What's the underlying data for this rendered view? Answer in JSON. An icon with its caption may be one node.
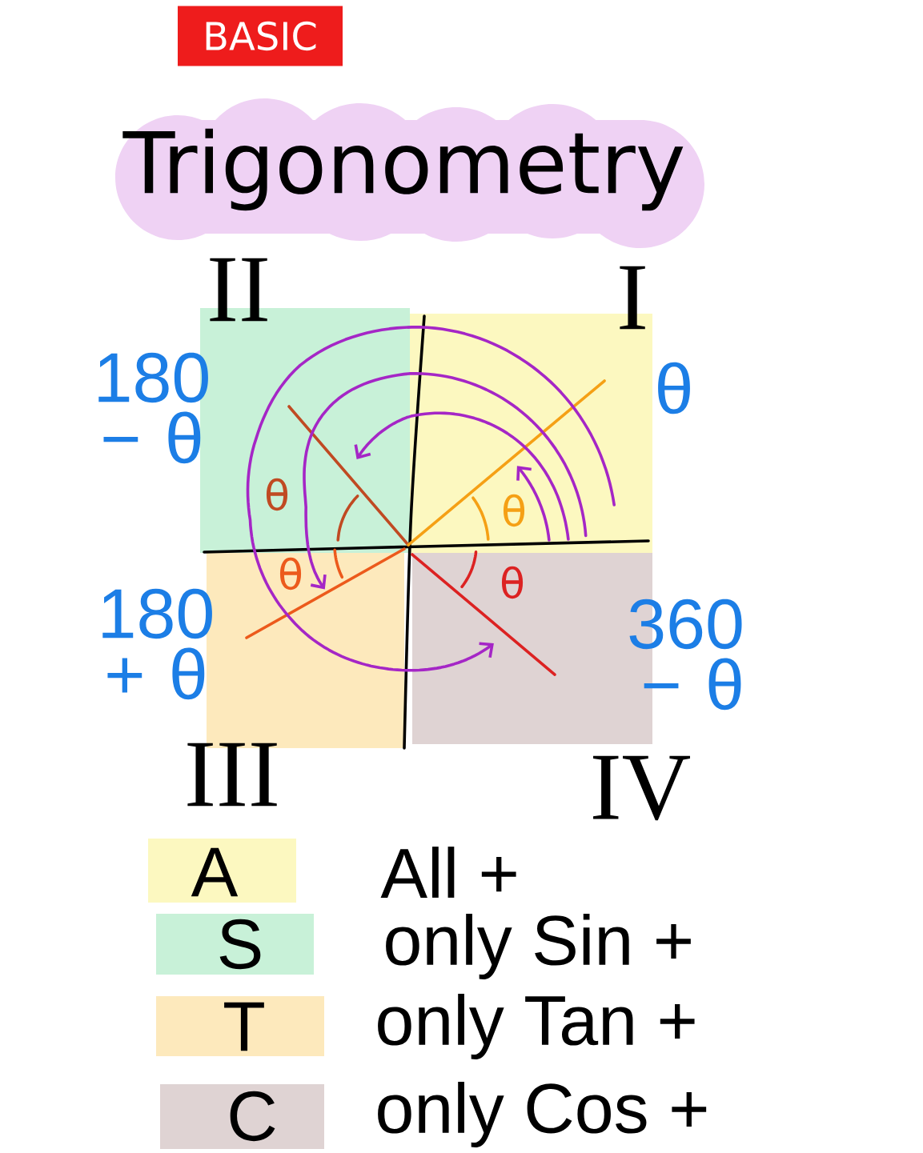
{
  "diagram": {
    "title": "Trigonometry",
    "labels": [
      "BASIC",
      "II",
      "I",
      "θ",
      "180 − θ",
      "θ",
      "θ",
      "θ",
      "θ",
      "180 + θ",
      "360 − θ",
      "III",
      "IV",
      "A",
      "S",
      "T",
      "C"
    ],
    "legend": [
      {
        "text": "All +",
        "color": "#fcf8c0"
      },
      {
        "text": "only Sin +",
        "color": "#c8f1d8"
      },
      {
        "text": "only Tan +",
        "color": "#fde9bc"
      },
      {
        "text": "only Cos +",
        "color": "#dfd3d3"
      }
    ]
  }
}
